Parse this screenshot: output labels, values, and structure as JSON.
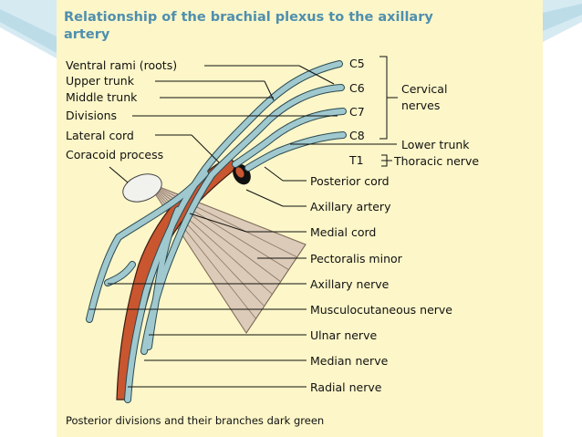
{
  "title": "Relationship of the brachial plexus to the axillary artery",
  "labels_left": [
    "Ventral rami (roots)",
    "Upper trunk",
    "Middle trunk",
    "Divisions",
    "Lateral cord",
    "Coracoid process"
  ],
  "labels_roots": [
    "C5",
    "C6",
    "C7",
    "C8",
    "T1"
  ],
  "bracket_cervical": [
    "Cervical",
    "nerves"
  ],
  "labels_right": [
    "Lower trunk",
    "Thoracic nerve",
    "Posterior cord",
    "Axillary artery",
    "Medial cord",
    "Pectoralis minor",
    "Axillary nerve",
    "Musculocutaneous nerve",
    "Ulnar nerve",
    "Median nerve",
    "Radial nerve"
  ],
  "footnote": "Posterior divisions and their branches dark green",
  "colors": {
    "title": "#4f8fae",
    "panel": "#fcf6c8",
    "nerve": "#9fc9cf",
    "nerve_outline": "#2c4a50",
    "artery": "#c9562f",
    "muscle": "#dccbb8"
  }
}
